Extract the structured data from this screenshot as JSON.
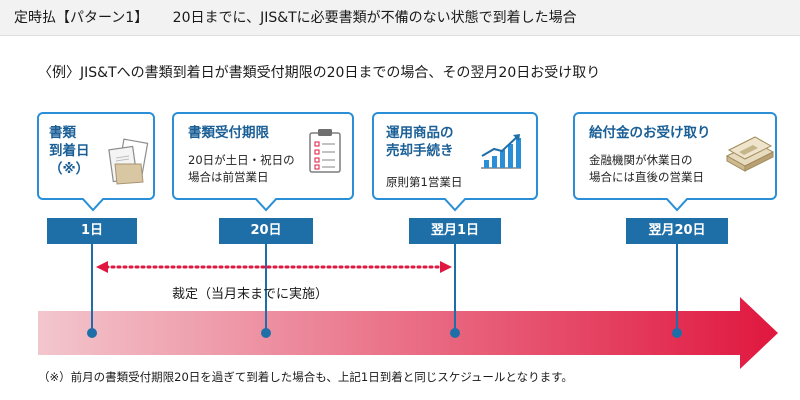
{
  "header": {
    "label": "定時払【パターン1】",
    "title": "20日までに、JIS&Tに必要書類が不備のない状態で到着した場合"
  },
  "example": "〈例〉JIS&Tへの書類到着日が書類受付期限の20日までの場合、その翌月20日お受け取り",
  "steps": [
    {
      "title": "書類\n到着日\n（※）",
      "desc": "",
      "date": "1日",
      "icon": "documents-icon"
    },
    {
      "title": "書類受付期限",
      "desc": "20日が土日・祝日の\n場合は前営業日",
      "date": "20日",
      "icon": "clipboard-checklist-icon"
    },
    {
      "title": "運用商品の\n売却手続き",
      "desc": "原則第1営業日",
      "date": "翌月1日",
      "icon": "bar-chart-icon"
    },
    {
      "title": "給付金のお受け取り",
      "desc": "金融機関が休業日の\n場合には直後の営業日",
      "date": "翌月20日",
      "icon": "cash-bundle-icon"
    }
  ],
  "deadline_label": "裁定（当月末までに実施）",
  "footnote": "（※）前月の書類受付期限20日を過ぎて到着した場合も、上記1日到着と同じスケジュールとなります。",
  "colors": {
    "callout_border": "#2a8fd6",
    "date_box": "#1e6fa8",
    "timeline_start": "#f3c6cd",
    "timeline_end": "#e0173f",
    "dotted_line": "#e0173f",
    "connector": "#1e6fa8"
  }
}
